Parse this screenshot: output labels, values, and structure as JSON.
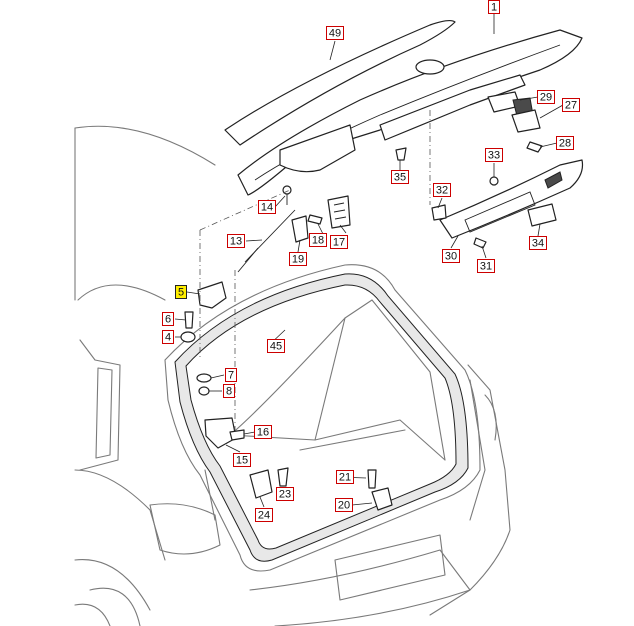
{
  "callouts": [
    {
      "id": "1",
      "highlight": false
    },
    {
      "id": "49",
      "highlight": false
    },
    {
      "id": "29",
      "highlight": false
    },
    {
      "id": "27",
      "highlight": false
    },
    {
      "id": "28",
      "highlight": false
    },
    {
      "id": "33",
      "highlight": false
    },
    {
      "id": "35",
      "highlight": false
    },
    {
      "id": "32",
      "highlight": false
    },
    {
      "id": "30",
      "highlight": false
    },
    {
      "id": "31",
      "highlight": false
    },
    {
      "id": "34",
      "highlight": false
    },
    {
      "id": "14",
      "highlight": false
    },
    {
      "id": "13",
      "highlight": false
    },
    {
      "id": "18",
      "highlight": false
    },
    {
      "id": "17",
      "highlight": false
    },
    {
      "id": "19",
      "highlight": false
    },
    {
      "id": "5",
      "highlight": true
    },
    {
      "id": "6",
      "highlight": false
    },
    {
      "id": "4",
      "highlight": false
    },
    {
      "id": "45",
      "highlight": false
    },
    {
      "id": "7",
      "highlight": false
    },
    {
      "id": "8",
      "highlight": false
    },
    {
      "id": "16",
      "highlight": false
    },
    {
      "id": "15",
      "highlight": false
    },
    {
      "id": "21",
      "highlight": false
    },
    {
      "id": "23",
      "highlight": false
    },
    {
      "id": "24",
      "highlight": false
    },
    {
      "id": "20",
      "highlight": false
    }
  ],
  "colors": {
    "callout_border": "#cc0000",
    "highlight_fill": "#ffee00",
    "line": "#222222"
  }
}
